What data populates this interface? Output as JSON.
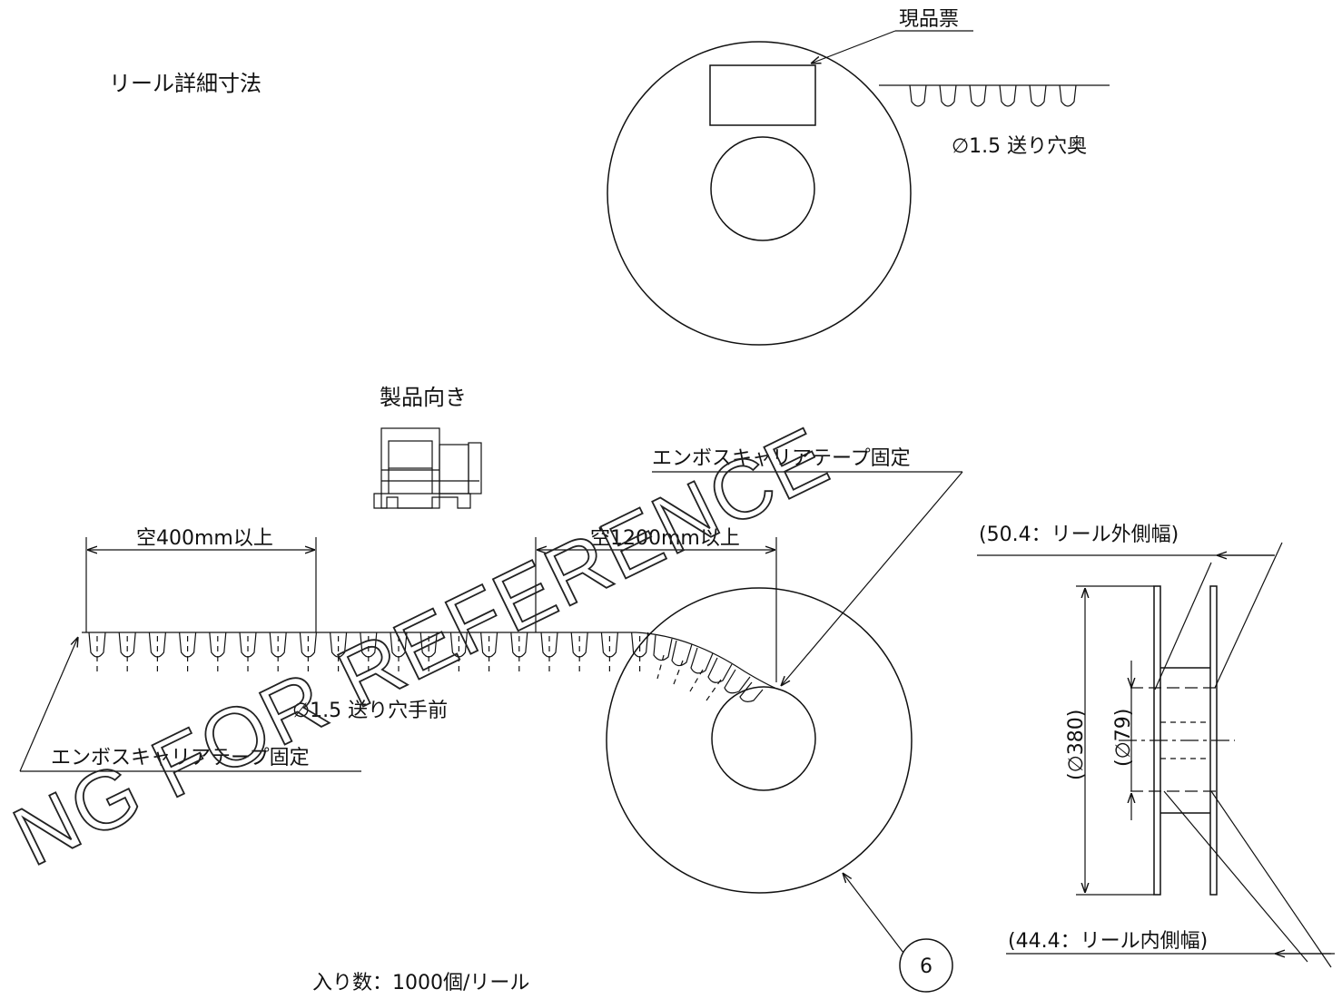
{
  "labels": {
    "reel_detail_dimensions": "リール詳細寸法",
    "product_label": "現品票",
    "feed_hole_back": "∅1.5 送り穴奥",
    "product_orientation": "製品向き",
    "tape_fixed_top": "エンボスキャリアテープ固定",
    "tape_fixed_left": "エンボスキャリアテープ固定",
    "empty_400": "空400mm以上",
    "empty_1200": "空1200mm以上",
    "feed_hole_front": "∅1.5 送り穴手前",
    "outer_width": "(50.4：リール外側幅)",
    "inner_width": "(44.4：リール内側幅)",
    "diameter_380": "(∅380)",
    "diameter_79": "(∅79)",
    "quantity": "入り数：1000個/リール",
    "item_number": "6"
  },
  "watermark": "NG FOR REFERENCE"
}
